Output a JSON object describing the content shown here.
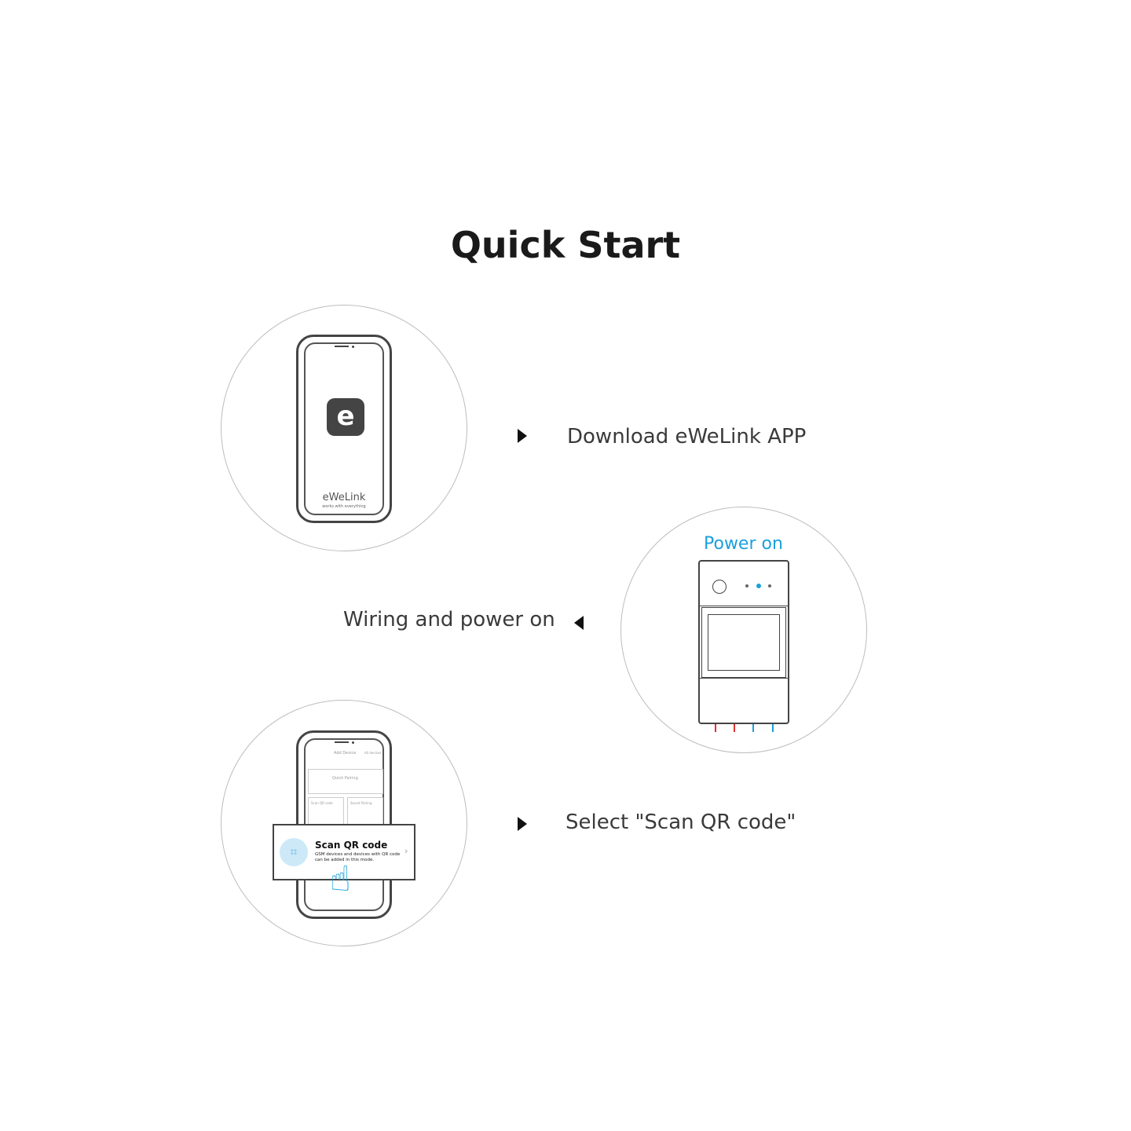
{
  "title": "Quick Start",
  "steps": [
    {
      "label": "Download eWeLink APP"
    },
    {
      "label": "Wiring and power on"
    },
    {
      "label": "Select \"Scan QR code\""
    }
  ],
  "app_phone": {
    "brand": "eWeLink",
    "tagline": "works with everything"
  },
  "device": {
    "power_label": "Power on",
    "accent": "#1aa0dc"
  },
  "scan_phone": {
    "header": "Add Device",
    "header_right": "All devices",
    "quick_pairing": "Quick Pairing",
    "scan_small": "Scan QR code",
    "sound_pairing": "Sound Pairing",
    "card_title": "Scan QR code",
    "card_desc": "GSM devices and devices with QR code can be added in this mode."
  }
}
